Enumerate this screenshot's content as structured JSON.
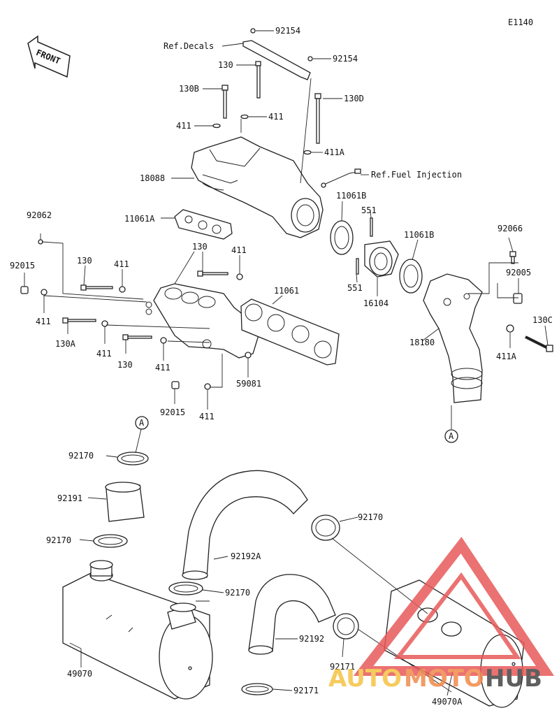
{
  "diagram_code": "E1140",
  "front_label": "FRONT",
  "callout_a": "A",
  "refs": {
    "decals": "Ref.Decals",
    "fuel": "Ref.Fuel Injection"
  },
  "part_labels": {
    "p92154_top": "92154",
    "p92154_2": "92154",
    "p130_top": "130",
    "p130b": "130B",
    "p130d": "130D",
    "p411_a": "411",
    "p411_b": "411",
    "p411a_top": "411A",
    "p18088": "18088",
    "p11061b_1": "11061B",
    "p551_top": "551",
    "p11061b_2": "11061B",
    "p92066": "92066",
    "p92005": "92005",
    "p130c": "130C",
    "p92062": "92062",
    "p11061a": "11061A",
    "p130_mid": "130",
    "p411_mid": "411",
    "p92015_left": "92015",
    "p130_left": "130",
    "p411_left2": "411",
    "p11061": "11061",
    "p551_bot": "551",
    "p16104": "16104",
    "p411_left": "411",
    "p130a": "130A",
    "p411_c": "411",
    "p130_low": "130",
    "p411_d": "411",
    "p18180": "18180",
    "p411a_right": "411A",
    "p59081": "59081",
    "p92015_bot": "92015",
    "p411_bot": "411",
    "p92170_1": "92170",
    "p92191": "92191",
    "p92170_2": "92170",
    "p92192a": "92192A",
    "p92170_3": "92170",
    "p92170_4": "92170",
    "p92192": "92192",
    "p49070": "49070",
    "p92171_1": "92171",
    "p92171_2": "92171",
    "p49070a": "49070A"
  },
  "watermark": {
    "part1": "AUTO",
    "part2": "MOTO",
    "part3": "HUB",
    "color_auto": "#f5c242",
    "color_moto": "#f08a4b",
    "color_hub": "#444444",
    "triangle_color": "#e85a5a"
  }
}
